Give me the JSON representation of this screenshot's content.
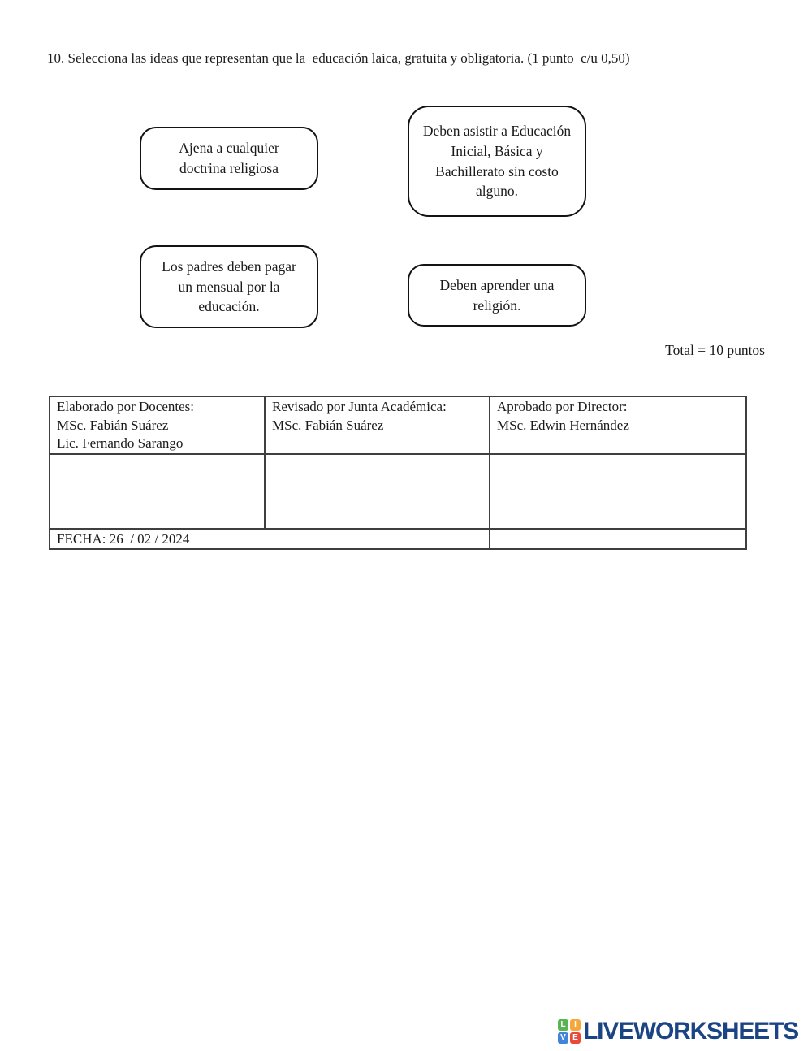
{
  "question": {
    "text": "10. Selecciona las ideas que representan que la  educación laica, gratuita y obligatoria. (1 punto  c/u 0,50)"
  },
  "options": [
    {
      "text": "Ajena a cualquier doctrina religiosa"
    },
    {
      "text": "Deben asistir a Educación Inicial, Básica y Bachillerato sin costo alguno."
    },
    {
      "text": "Los padres deben pagar un mensual por la educación."
    },
    {
      "text": "Deben aprender una religión."
    }
  ],
  "total_label": "Total = 10 puntos",
  "signature_table": {
    "cells": [
      {
        "lines": [
          "Elaborado por Docentes:",
          "MSc. Fabián Suárez",
          "Lic. Fernando Sarango"
        ]
      },
      {
        "lines": [
          "Revisado por Junta Académica:",
          "MSc. Fabián Suárez"
        ]
      },
      {
        "lines": [
          "Aprobado por Director:",
          "MSc. Edwin Hernández"
        ]
      }
    ],
    "fecha": "FECHA: 26  / 02 / 2024"
  },
  "footer": {
    "logo_text": "LIVEWORKSHEETS",
    "logo_text_color": "#1b4484",
    "logo_tiles": [
      {
        "label": "L",
        "color": "#5cb353"
      },
      {
        "label": "I",
        "color": "#f4a83b"
      },
      {
        "label": "V",
        "color": "#4184d9"
      },
      {
        "label": "E",
        "color": "#e8493c"
      }
    ]
  }
}
